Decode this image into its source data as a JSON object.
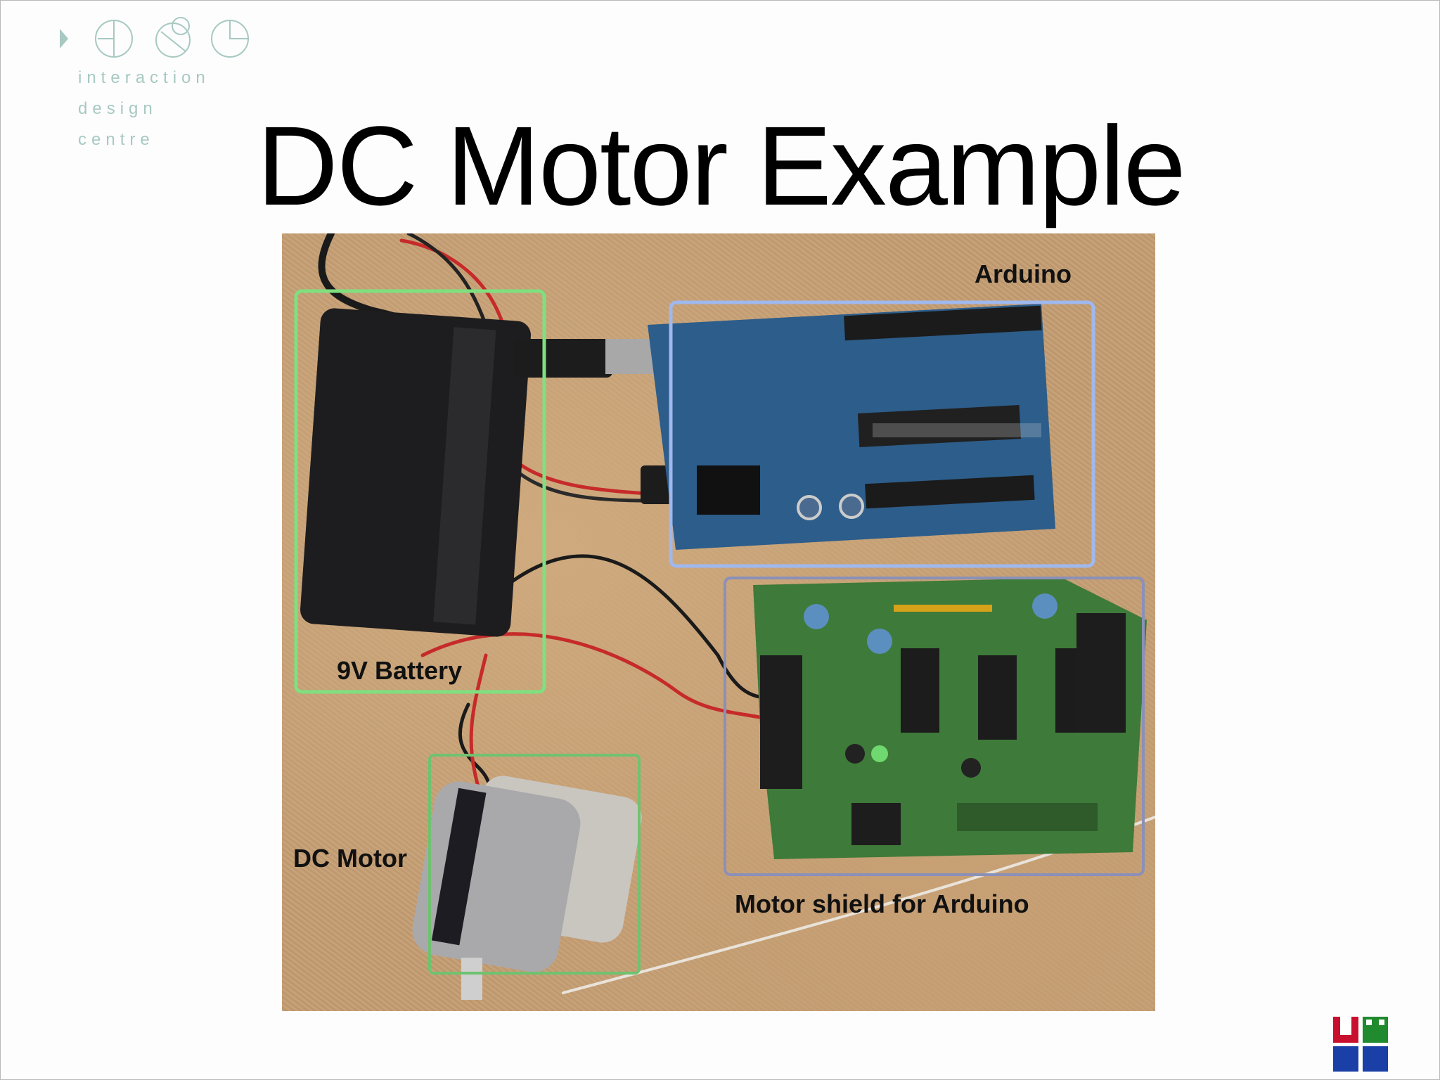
{
  "header": {
    "logo_lines": [
      "interaction",
      "design",
      "centre"
    ],
    "logo_color": "#a7c9c2"
  },
  "slide": {
    "title": "DC Motor Example"
  },
  "photo": {
    "callouts": {
      "arduino": "Arduino",
      "battery": "9V Battery",
      "dc_motor": "DC Motor",
      "motor_shield": "Motor shield for Arduino"
    },
    "box_colors": {
      "battery": "#7fe07f",
      "arduino": "#9fb8ee",
      "dc_motor": "#6fc26f",
      "motor_shield": "#8a90b8"
    }
  },
  "footer": {
    "logo_colors": [
      "#c8102e",
      "#1a3fa6",
      "#1f8a2e"
    ]
  }
}
